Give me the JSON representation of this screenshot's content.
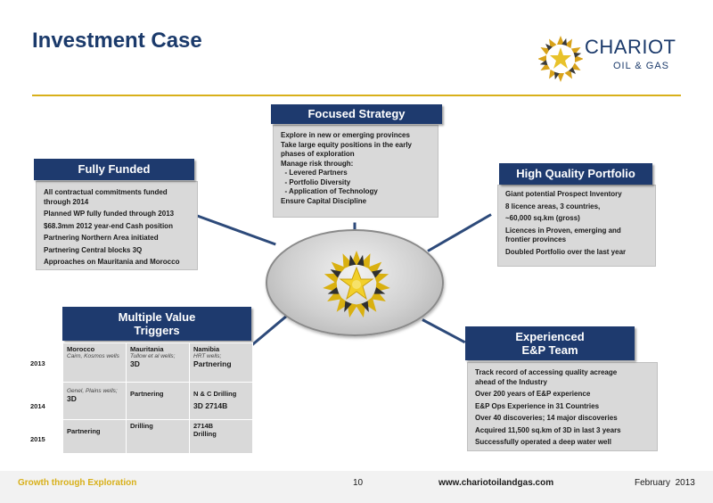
{
  "title": "Investment Case",
  "logo": {
    "name": "CHARIOT",
    "sub": "OIL & GAS"
  },
  "focused_strategy": {
    "header": "Focused Strategy",
    "lines": [
      "Explore in new or emerging provinces",
      "Take large equity positions in the early",
      "phases of exploration",
      "Manage risk through:",
      "  - Levered Partners",
      "  - Portfolio Diversity",
      "  - Application of Technology",
      "Ensure Capital Discipline"
    ]
  },
  "fully_funded": {
    "header": "Fully Funded",
    "lines": [
      "All contractual commitments  funded",
      "through 2014",
      "Planned WP fully funded through 2013",
      "$68.3mm 2012 year-end Cash position",
      "Partnering Northern Area initiated",
      "Partnering Central blocks 3Q",
      "Approaches on Mauritania and Morocco"
    ]
  },
  "high_quality": {
    "header": "High Quality Portfolio",
    "lines": [
      "Giant potential Prospect Inventory",
      "8 licence areas, 3 countries,",
      "~60,000 sq.km (gross)",
      "Licences in Proven, emerging  and",
      "frontier provinces",
      "Doubled Portfolio over the last year"
    ]
  },
  "multiple_value": {
    "header_line1": "Multiple Value",
    "header_line2": "Triggers",
    "years": [
      "2013",
      "2014",
      "2015"
    ],
    "rows": [
      [
        {
          "main": "Morocco",
          "sub": "Cairn, Kosmos wells",
          "extra": ""
        },
        {
          "main": "Mauritania",
          "sub": "Tullow et al wells;",
          "extra": "3D"
        },
        {
          "main": "Namibia",
          "sub": "HRT wells;",
          "extra": "Partnering"
        }
      ],
      [
        {
          "main": "",
          "sub": "Genel, Plains wells;",
          "extra": "3D"
        },
        {
          "main": "Partnering",
          "sub": "",
          "extra": ""
        },
        {
          "main": "N & C Drilling",
          "sub": "",
          "extra": "3D 2714B"
        }
      ],
      [
        {
          "main": "Partnering",
          "sub": "",
          "extra": ""
        },
        {
          "main": "Drilling",
          "sub": "",
          "extra": ""
        },
        {
          "main": "2714B",
          "sub": "",
          "extra": "Drilling"
        }
      ]
    ]
  },
  "experienced": {
    "header_line1": "Experienced",
    "header_line2": "E&P Team",
    "lines": [
      "Track record of  accessing quality acreage",
      "ahead of the Industry",
      "Over 200 years of E&P experience",
      "E&P Ops Experience in 31 Countries",
      "Over 40 discoveries; 14 major discoveries",
      "Acquired 11,500 sq.km of 3D in last 3 years",
      "Successfully operated a deep water well"
    ]
  },
  "footer": {
    "tagline": "Growth through Exploration",
    "page": "10",
    "url": "www.chariotoilandgas.com",
    "date": "February  2013"
  },
  "colors": {
    "navy": "#1e3a6e",
    "gold": "#d8b01a",
    "box": "#d9d9d9"
  }
}
